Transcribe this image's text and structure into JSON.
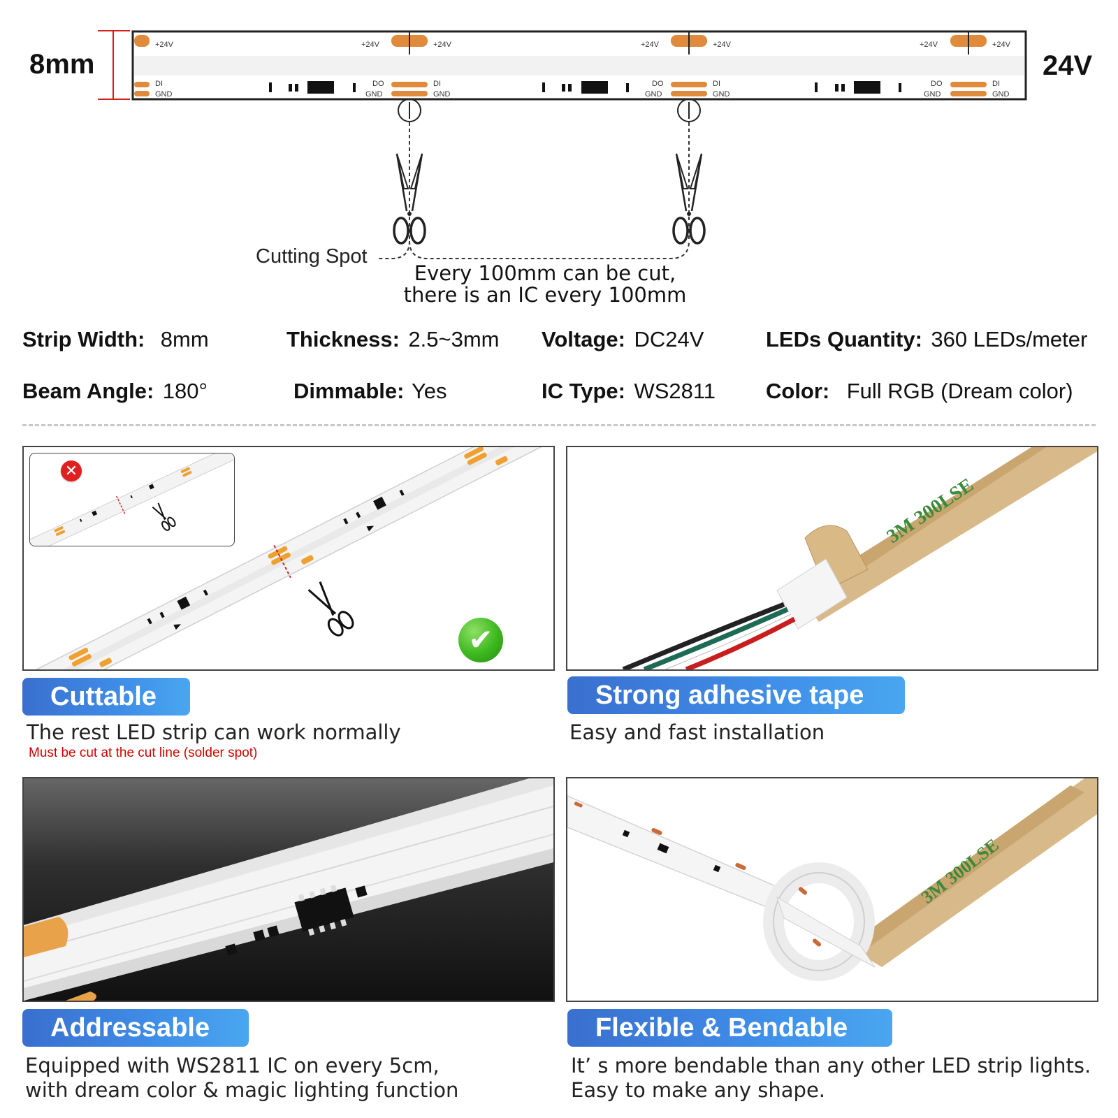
{
  "diagram": {
    "width_label": "8mm",
    "voltage_label": "24V",
    "pad_plus": "+24V",
    "pad_di": "DI",
    "pad_do": "DO",
    "pad_gnd": "GND",
    "cut_label": "Cutting Spot",
    "cut_note_line1": "Every 100mm can be cut,",
    "cut_note_line2": "there is an IC every 100mm"
  },
  "specs": [
    {
      "label": "Strip Width:",
      "value": "8mm"
    },
    {
      "label": "Thickness:",
      "value": "2.5~3mm"
    },
    {
      "label": "Voltage:",
      "value": "DC24V"
    },
    {
      "label": "LEDs Quantity:",
      "value": "360 LEDs/meter"
    },
    {
      "label": "Beam Angle:",
      "value": "180°"
    },
    {
      "label": "Dimmable:",
      "value": "Yes"
    },
    {
      "label": "IC Type:",
      "value": "WS2811"
    },
    {
      "label": "Color:",
      "value": "Full RGB (Dream color)"
    }
  ],
  "features": {
    "cuttable": {
      "title": "Cuttable",
      "desc": "The rest LED strip can work normally",
      "warning": "Must be cut at the cut line (solder spot)"
    },
    "adhesive": {
      "title": "Strong adhesive tape",
      "desc": "Easy and fast installation",
      "tape_text": "3M 300LSE"
    },
    "addressable": {
      "title": "Addressable",
      "desc_line1": "Equipped with WS2811 IC on every 5cm,",
      "desc_line2": "with dream color & magic lighting function"
    },
    "flexible": {
      "title": "Flexible & Bendable",
      "desc_line1": "It’ s more bendable than any other LED strip lights.",
      "desc_line2": "Easy to make any shape.",
      "tape_text": "3M 300LSE"
    }
  },
  "colors": {
    "accent_blue": "#3f8ee8",
    "pad_orange": "#e08a3c",
    "warning_red": "#d40000",
    "check_green": "#3cb81e"
  }
}
